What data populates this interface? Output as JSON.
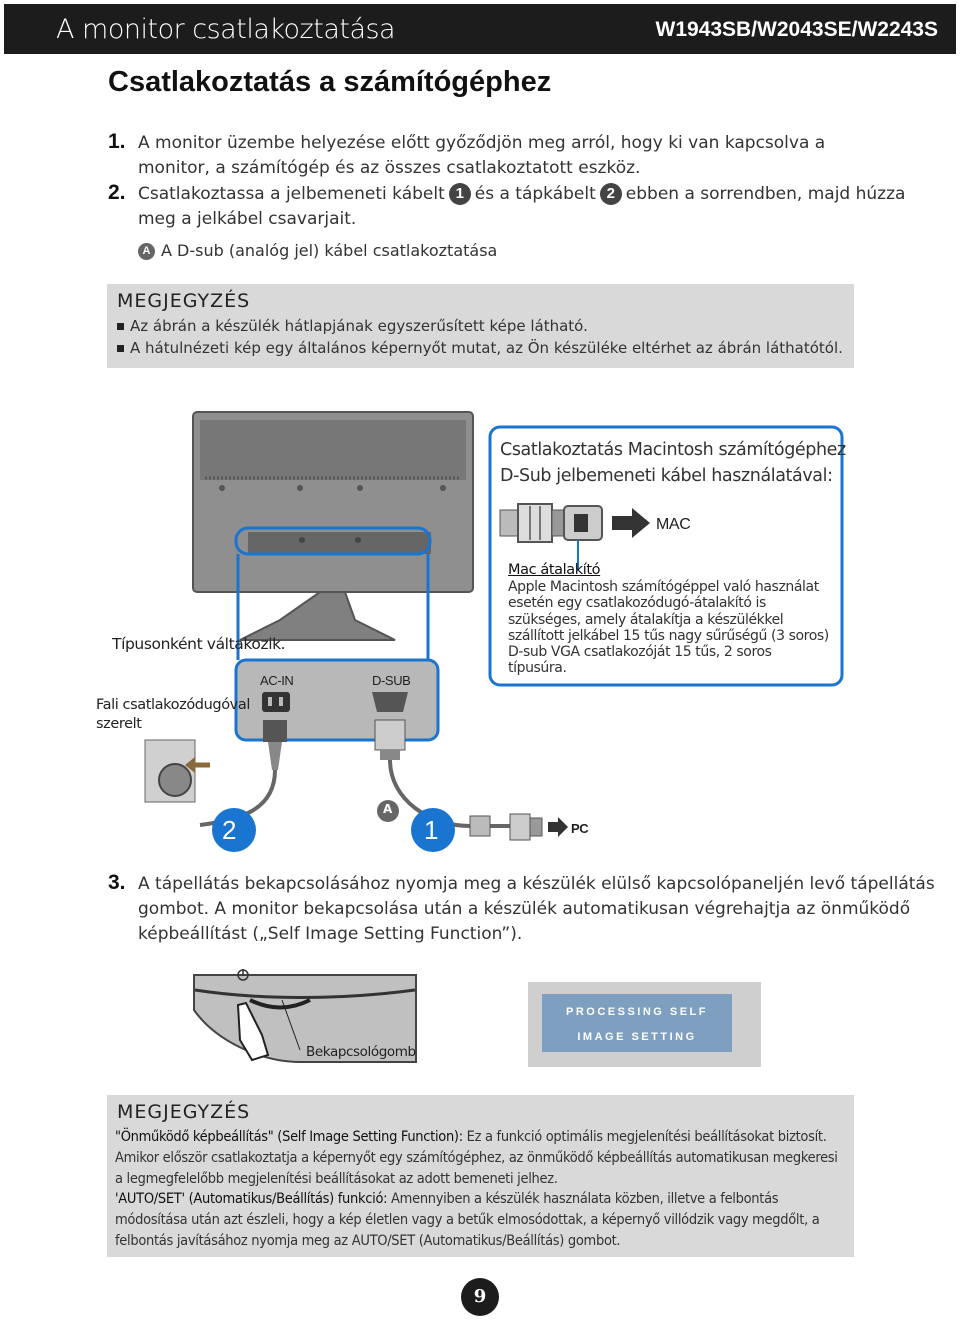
{
  "header": {
    "title": "A monitor csatlakoztatása",
    "model": "W1943SB/W2043SE/W2243S"
  },
  "section_title": "Csatlakoztatás a számítógéphez",
  "steps": {
    "s1_num": "1.",
    "s1_line1": "A monitor üzembe helyezése előtt győződjön meg arról, hogy ki van kapcsolva a",
    "s1_line2": "monitor, a számítógép és az összes csatlakoztatott eszköz.",
    "s2_num": "2.",
    "s2_a": "Csatlakoztassa a jelbemeneti kábelt",
    "s2_b": "és a tápkábelt",
    "s2_c": "ebben a sorrendben, majd húzza",
    "s2_line2": "meg a jelkábel csavarjait.",
    "s2_sub_marker": "A",
    "s2_sub": "A D-sub (analóg jel) kábel csatlakoztatása",
    "circle1": "1",
    "circle2": "2",
    "s3_num": "3.",
    "s3_line1": "A tápellátás bekapcsolásához nyomja meg a készülék elülső kapcsolópaneljén levő tápellátás",
    "s3_line2": "gombot. A monitor bekapcsolása után a készülék automatikusan végrehajtja az önműködő",
    "s3_line3": "képbeállítást („Self Image Setting Function”)."
  },
  "note1": {
    "heading": "MEGJEGYZÉS",
    "items": [
      "Az ábrán a készülék hátlapjának  egyszerűsített képe látható.",
      "A hátulnézeti kép egy általános képernyőt mutat, az Ön készüléke eltérhet az ábrán láthatótól."
    ]
  },
  "diagram": {
    "mac_box_line1": "Csatlakoztatás Macintosh számítógéphez",
    "mac_box_line2": "D-Sub jelbemeneti kábel használatával:",
    "mac_label": "MAC",
    "mac_adapter_title": "Mac átalakító",
    "mac_adapter_lines": [
      "Apple Macintosh számítógéppel való használat",
      "esetén egy csatlakozódugó-átalakító is",
      "szükséges, amely átalakítja a készülékkel",
      "szállított jelkábel 15 tűs nagy sűrűségű (3 soros)",
      "D-sub VGA csatlakozóját 15 tűs, 2 soros",
      "típusúra."
    ],
    "varies": "Típusonként váltakozik.",
    "ac_in": "AC-IN",
    "d_sub": "D-SUB",
    "wall_line1": "Fali csatlakozódugóval",
    "wall_line2": "szerelt",
    "num2": "2",
    "num1": "1",
    "marker_a": "A",
    "pc_label": "PC"
  },
  "power_panel": {
    "button_label": "Bekapcsológomb",
    "osd_line1": "PROCESSING SELF",
    "osd_line2": "IMAGE SETTING"
  },
  "note2": {
    "heading": "MEGJEGYZÉS",
    "p1_bold": "\"Önműködő képbeállítás\" (Self Image Setting Function):",
    "p1_rest": " Ez a funkció optimális megjelenítési beállításokat biztosít.",
    "p1_line2": "Amikor először csatlakoztatja a képernyőt egy számítógéphez, az önműködő képbeállítás automatikusan megkeresi",
    "p1_line3": "a legmegfelelőbb megjelenítési beállításokat az adott bemeneti jelhez.",
    "p2_bold": "'AUTO/SET' (Automatikus/Beállítás) funkció:",
    "p2_rest": " Amennyiben a készülék használata közben, illetve a felbontás",
    "p2_line2": "módosítása után azt észleli, hogy a kép életlen vagy a betűk elmosódottak, a képernyő villódzik vagy megdőlt, a",
    "p2_line3": "felbontás javításához nyomja meg az AUTO/SET (Automatikus/Beállítás) gombot."
  },
  "page_number": "9"
}
